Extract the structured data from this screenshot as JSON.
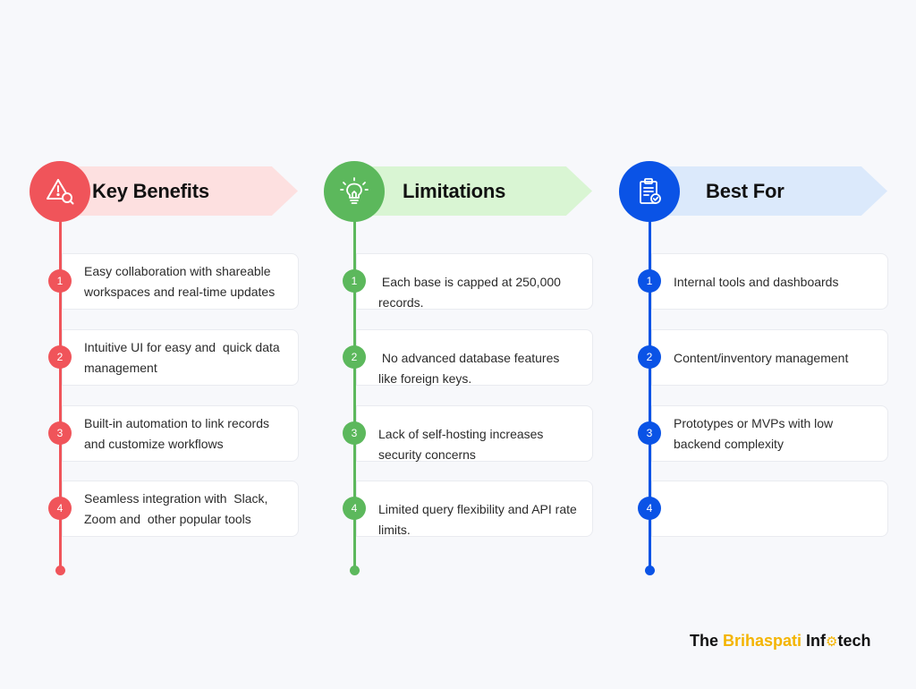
{
  "colors": {
    "benefits_accent": "#f0545a",
    "benefits_banner": "#fde0e0",
    "limitations_accent": "#5cb85c",
    "limitations_banner": "#d9f5d3",
    "bestfor_accent": "#0a53e6",
    "bestfor_banner": "#dbe9fb",
    "brand_accent": "#f4b400"
  },
  "columns": [
    {
      "title": "Key Benefits",
      "icon": "alert-magnifier-icon",
      "items": [
        {
          "number": "1",
          "text": "Easy collaboration with shareable workspaces and real-time updates"
        },
        {
          "number": "2",
          "text": "Intuitive UI for easy and  quick data management"
        },
        {
          "number": "3",
          "text": "Built-in automation to link records and customize workflows"
        },
        {
          "number": "4",
          "text": "Seamless integration with  Slack, Zoom and  other popular tools"
        }
      ]
    },
    {
      "title": "Limitations",
      "icon": "lightbulb-icon",
      "items": [
        {
          "number": "1",
          "text": " Each base is capped at 250,000 records."
        },
        {
          "number": "2",
          "text": " No advanced database features like foreign keys."
        },
        {
          "number": "3",
          "text": "Lack of self-hosting increases security concerns"
        },
        {
          "number": "4",
          "text": "Limited query flexibility and API rate limits."
        }
      ]
    },
    {
      "title": "Best For",
      "icon": "clipboard-check-icon",
      "items": [
        {
          "number": "1",
          "text": "Internal tools and dashboards"
        },
        {
          "number": "2",
          "text": "Content/inventory management"
        },
        {
          "number": "3",
          "text": "Prototypes or MVPs with low backend complexity"
        },
        {
          "number": "4",
          "text": ""
        }
      ]
    }
  ],
  "brand": {
    "prefix": "The ",
    "accent_word": "Brihaspati",
    "middle": " Inf",
    "gear_glyph": "⚙",
    "suffix": "tech"
  }
}
